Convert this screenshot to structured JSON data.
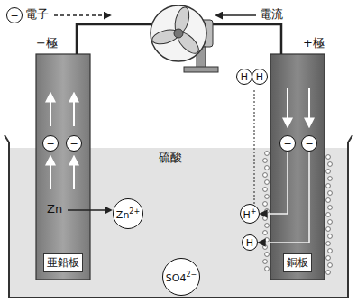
{
  "diagram": {
    "nodes": [
      {
        "text": [
          "−極",
          "亜鉛板"
        ]
      },
      {
        "text": [
          "+極",
          "銅板"
        ]
      },
      {
        "text": [
          "−"
        ],
        "in": 0
      },
      {
        "text": [
          "−"
        ],
        "in": 0
      },
      {
        "text": [
          "−"
        ],
        "in": 1
      },
      {
        "text": [
          "−"
        ],
        "in": 1
      },
      {
        "text": [
          "−"
        ]
      },
      {
        "text": [
          "Zn",
          "2+"
        ]
      },
      {
        "text": [
          "SO4",
          "2−"
        ]
      },
      {
        "text": [
          "H"
        ]
      },
      {
        "text": [
          "H"
        ]
      },
      {
        "text": [
          "H",
          "+"
        ]
      },
      {
        "text": [
          "H"
        ]
      }
    ],
    "edges": [
      {
        "from": 0,
        "to": 1,
        "arrow": "none"
      },
      {
        "from": 4,
        "to": 11,
        "arrow": "to"
      },
      {
        "from": 5,
        "to": 12,
        "arrow": "to"
      }
    ],
    "labels": [
      "電子",
      "電流",
      "硫酸",
      "Zn"
    ]
  }
}
